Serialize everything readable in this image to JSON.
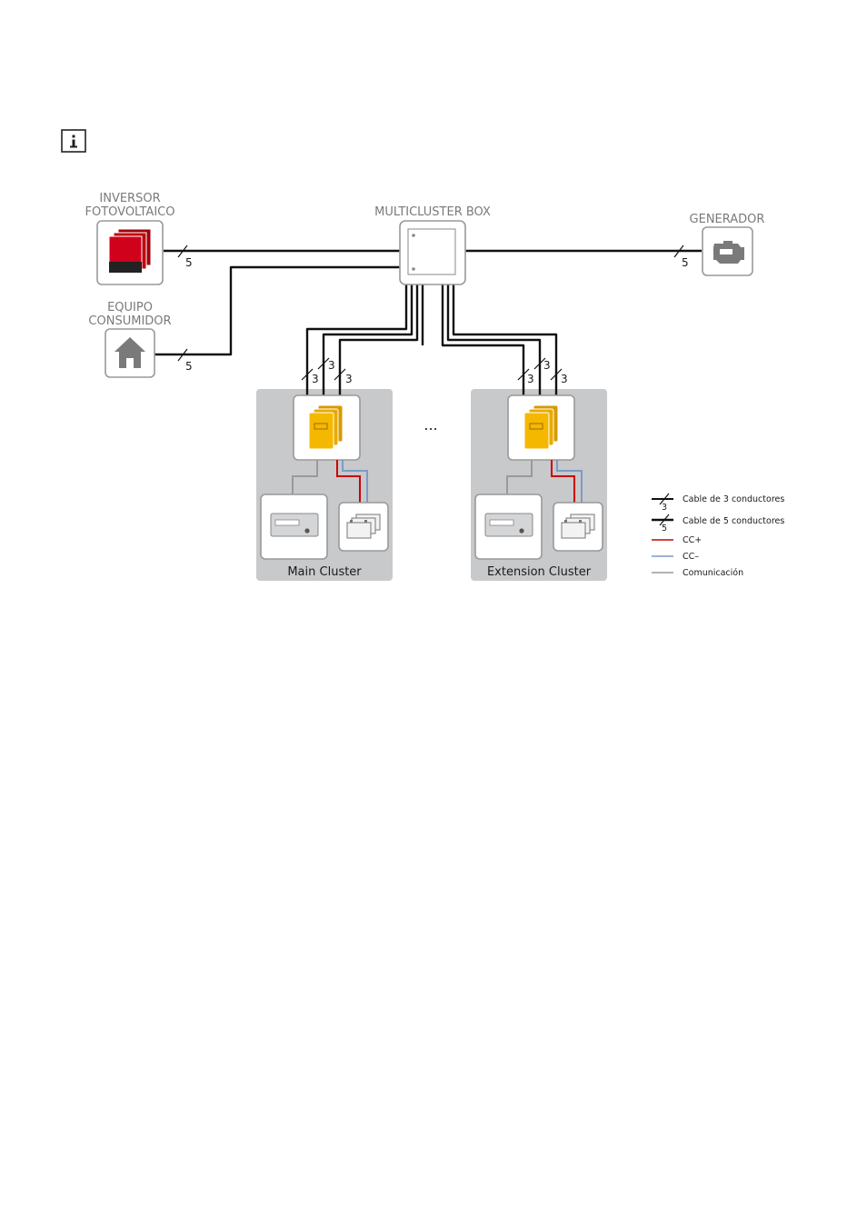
{
  "info_icon": "info-icon",
  "nodes": {
    "pv_inverter": {
      "line1": "INVERSOR",
      "line2": "FOTOVOLTAICO"
    },
    "load": {
      "line1": "EQUIPO",
      "line2": "CONSUMIDOR"
    },
    "multicluster": {
      "label": "MULTICLUSTER BOX"
    },
    "generator": {
      "label": "GENERADOR"
    }
  },
  "conductor_counts": {
    "pv": "5",
    "load": "5",
    "generator": "5",
    "main_a": "3",
    "main_b": "3",
    "main_c": "3",
    "ext_a": "3",
    "ext_b": "3",
    "ext_c": "3"
  },
  "clusters": {
    "main": "Main Cluster",
    "extension": "Extension Cluster",
    "ellipsis": "..."
  },
  "legend": {
    "items": [
      {
        "symbol_num": "3",
        "text": "Cable de 3 conductores"
      },
      {
        "symbol_num": "5",
        "text": "Cable de 5 conductores"
      },
      {
        "text": "CC+"
      },
      {
        "text": "CC–"
      },
      {
        "text": "Comunicación"
      }
    ]
  },
  "colors": {
    "pv_red": "#d0021b",
    "inverter_yellow": "#f5b800",
    "dc_plus": "#cc0000",
    "dc_minus": "#7a9cc6",
    "communication": "#9a9a9a",
    "cluster_bg": "#c8c9cb"
  }
}
